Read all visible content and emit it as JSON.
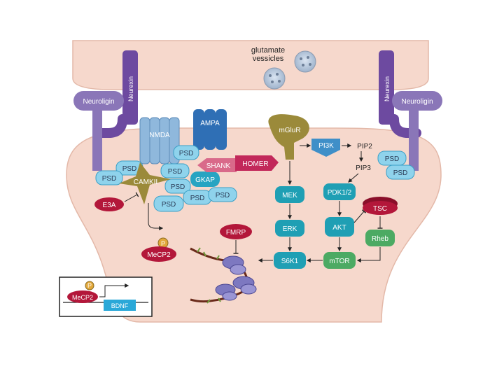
{
  "presynapse": {
    "vesicles_label": "glutamate\nvessicles",
    "vesicles_line1": "glutamate",
    "vesicles_line2": "vessicles",
    "neurexin": "Neurexin",
    "neuroligin": "Neuroligin"
  },
  "receptors": {
    "nmda": "NMDA",
    "ampa": "AMPA",
    "mglur": "mGluR"
  },
  "scaffold": {
    "psd": "PSD",
    "shank": "SHANK",
    "homer": "HOMER",
    "gkap": "GKAP",
    "camkii": "CAMKII"
  },
  "signaling": {
    "e3a": "E3A",
    "p": "P",
    "mecp2": "MeCP2",
    "pi3k": "PI3K",
    "pip2": "PIP2",
    "pip3": "PIP3",
    "pdk": "PDK1/2",
    "tsc": "TSC",
    "akt": "AKT",
    "rheb": "Rheb",
    "mtor": "mTOR",
    "mek": "MEK",
    "erk": "ERK",
    "s6k1": "S6K1",
    "fmrp": "FMRP",
    "bdnf": "BDNF"
  },
  "colors": {
    "cell": "#f6d8cc",
    "cell_edge": "#e3b8a8",
    "psd": "#8fd3ec",
    "teal": "#1f9fb4",
    "green": "#4caa63",
    "crimson": "#b3173a",
    "olive": "#9b8a3a",
    "purple": "#6d4aa0",
    "blue_receptor": "#2f6fb5"
  }
}
